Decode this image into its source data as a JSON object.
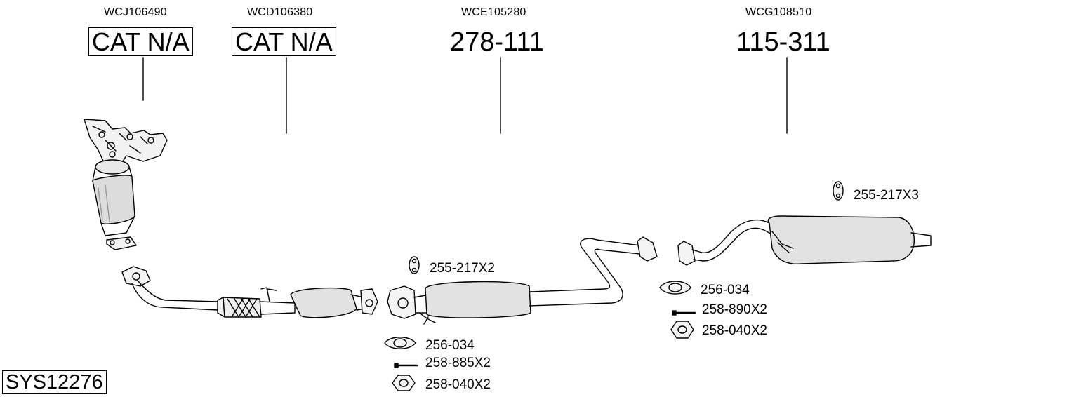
{
  "diagram_id": "SYS12276",
  "columns": [
    {
      "ref": "WCJ106490",
      "part": "CAT N/A",
      "boxed": true
    },
    {
      "ref": "WCD106380",
      "part": "CAT N/A",
      "boxed": true
    },
    {
      "ref": "WCE105280",
      "part": "278-111",
      "boxed": false
    },
    {
      "ref": "WCG108510",
      "part": "115-311",
      "boxed": false
    }
  ],
  "fittings": {
    "hanger_mid": "255-217X2",
    "gasket_mid": "256-034",
    "bolt_mid": "258-885X2",
    "nut_mid": "258-040X2",
    "hanger_rear": "255-217X3",
    "gasket_rear": "256-034",
    "bolt_rear": "258-890X2",
    "nut_rear": "258-040X2"
  }
}
